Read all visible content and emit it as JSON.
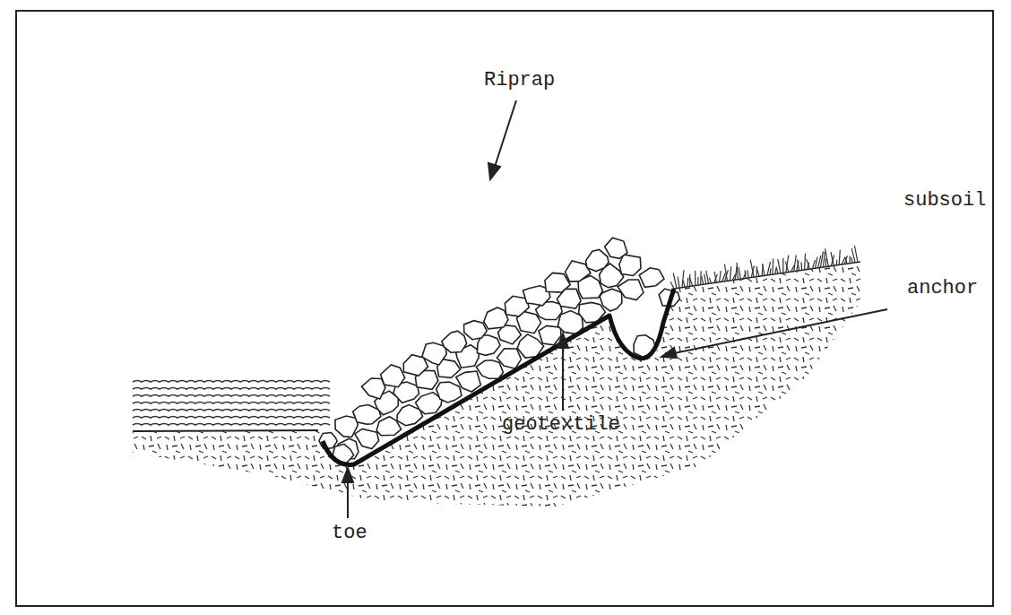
{
  "diagram": {
    "labels": [
      "Riprap",
      "subsoil",
      "anchor",
      "geotextile",
      "toe"
    ]
  }
}
